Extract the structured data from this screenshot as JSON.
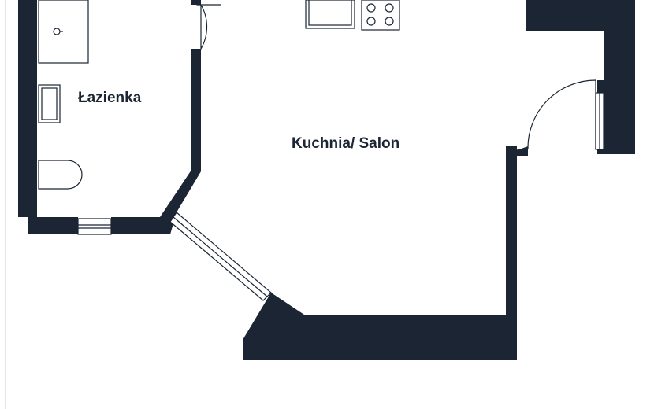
{
  "colors": {
    "wall": "#1b2533",
    "fixture_stroke": "#1b2533",
    "background": "#ffffff"
  },
  "rooms": [
    {
      "id": "bathroom",
      "label": "Łazienka"
    },
    {
      "id": "kitchen-living",
      "label": "Kuchnia/ Salon"
    }
  ]
}
